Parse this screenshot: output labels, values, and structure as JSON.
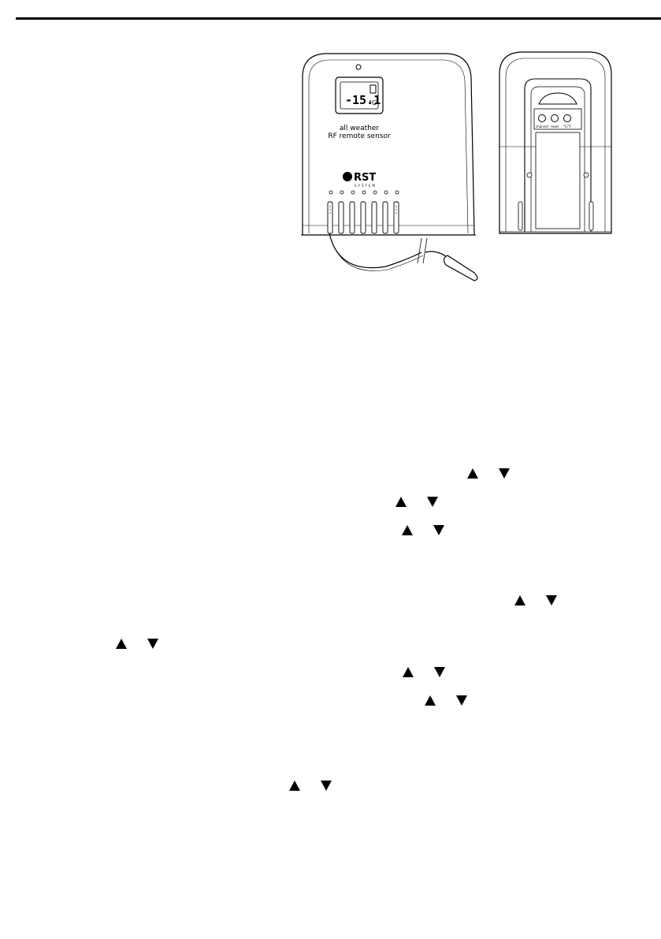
{
  "front_sensor": {
    "display_reading": "-15.1",
    "display_unit": "°C",
    "label_line1": "all weather",
    "label_line2": "RF remote sensor",
    "brand": "RST",
    "brand_sub": "SYSTEM"
  },
  "back_sensor": {
    "button_labels": [
      "channel",
      "reset",
      "°C/°F"
    ]
  },
  "arrow_pairs": [
    {
      "up": "▲",
      "down": "▼"
    },
    {
      "up": "▲",
      "down": "▼"
    },
    {
      "up": "▲",
      "down": "▼"
    },
    {
      "up": "▲",
      "down": "▼"
    },
    {
      "up": "▲",
      "down": "▼"
    },
    {
      "up": "▲",
      "down": "▼"
    },
    {
      "up": "▲",
      "down": "▼"
    },
    {
      "up": "▲",
      "down": "▼"
    }
  ]
}
